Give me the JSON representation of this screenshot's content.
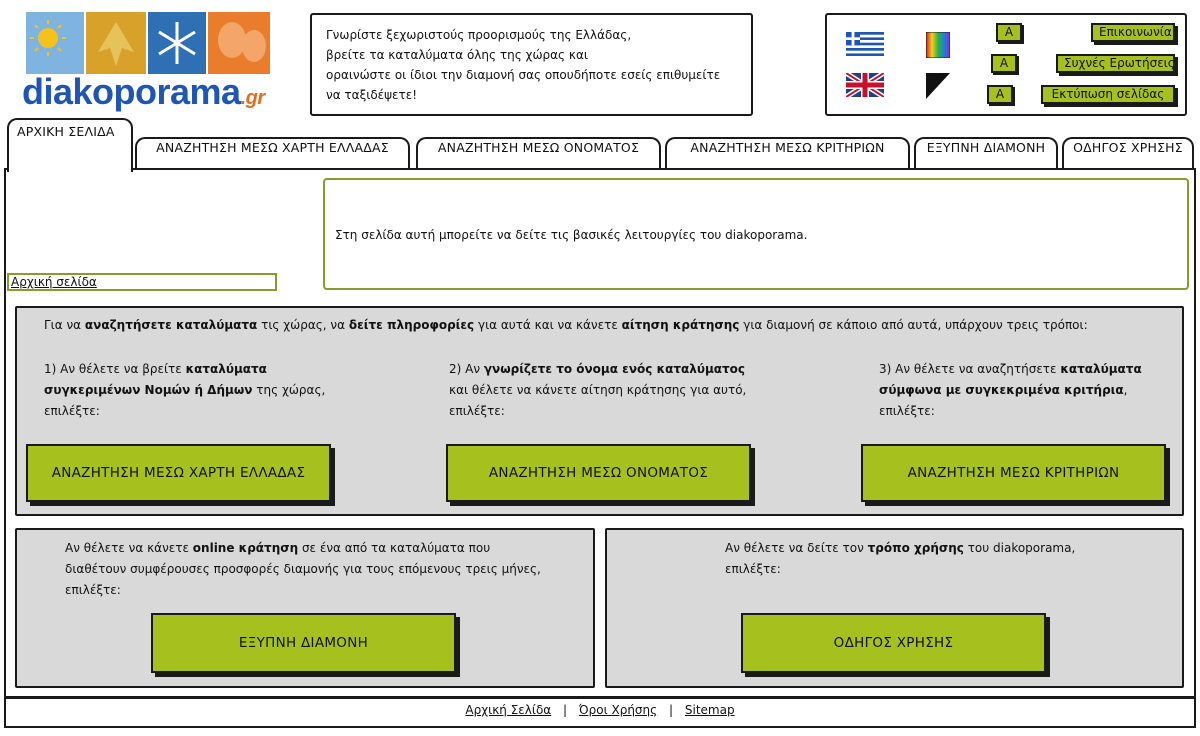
{
  "logo": {
    "wordmark": "diakoporama",
    "suffix": ".gr"
  },
  "intro": {
    "lines": [
      "Γνωρίστε ξεχωριστούς προορισμούς της Ελλάδας,",
      "βρείτε τα καταλύματα όλης της χώρας και",
      "οραινώστε οι ίδιοι την διαμονή σας οπουδήποτε εσείς επιθυμείτε",
      "να ταξιδέψετε!"
    ]
  },
  "tools": {
    "size_a1": "A",
    "size_a2": "A",
    "size_a3": "A",
    "contact": "Επικοινωνία",
    "faq": "Συχνές Ερωτήσεις",
    "print": "Εκτύπωση σελίδας"
  },
  "tabs": [
    {
      "label": "ΑΡΧΙΚΗ ΣΕΛΙΔΑ"
    },
    {
      "label": "ΑΝΑΖΗΤΗΣΗ ΜΕΣΩ ΧΑΡΤΗ ΕΛΛΑΔΑΣ"
    },
    {
      "label": "ΑΝΑΖΗΤΗΣΗ ΜΕΣΩ ΟΝΟΜΑΤΟΣ"
    },
    {
      "label": "ΑΝΑΖΗΤΗΣΗ ΜΕΣΩ ΚΡΙΤΗΡΙΩΝ"
    },
    {
      "label": "ΕΞΥΠΝΗ ΔΙΑΜΟΝΗ"
    },
    {
      "label": "ΟΔΗΓΟΣ ΧΡΗΣΗΣ"
    }
  ],
  "breadcrumb": "Αρχική σελίδα",
  "description": "Στη σελίδα αυτή μπορείτε να δείτε τις βασικές λειτουργίες του diakoporama.",
  "search_panel": {
    "intro": {
      "t1": "Για να ",
      "b1": "αναζητήσετε καταλύματα",
      "t2": " τις χώρας, να ",
      "b2": "δείτε πληροφορίες",
      "t3": " για αυτά και να κάνετε ",
      "b3": "αίτηση κράτησης",
      "t4": " για διαμονή σε κάποιο από αυτά, υπάρχουν τρεις τρόποι:"
    },
    "col1": {
      "l1a": "1) Αν θέλετε να βρείτε ",
      "l1b": "καταλύματα",
      "l2b": "συγκεριμένων Νομών ή Δήμων",
      "l2a": " της χώρας,",
      "l3": "επιλέξτε:",
      "button": "ΑΝΑΖΗΤΗΣΗ ΜΕΣΩ ΧΑΡΤΗ ΕΛΛΑΔΑΣ"
    },
    "col2": {
      "l1a": "2) Αν ",
      "l1b": "γνωρίζετε το όνομα ενός καταλύματος",
      "l2": "και θέλετε να κάνετε αίτηση κράτησης για αυτό,",
      "l3": "επιλέξτε:",
      "button": "ΑΝΑΖΗΤΗΣΗ ΜΕΣΩ ΟΝΟΜΑΤΟΣ"
    },
    "col3": {
      "l1a": "3) Αν θέλετε να αναζητήσετε ",
      "l1b": "καταλύματα",
      "l2b": "σύμφωνα με συγκεκριμένα κριτήρια",
      "l2a": ",",
      "l3": "επιλέξτε:",
      "button": "ΑΝΑΖΗΤΗΣΗ ΜΕΣΩ ΚΡΙΤΗΡΙΩΝ"
    }
  },
  "online_panel": {
    "l1a": "Αν θέλετε να κάνετε ",
    "l1b": "online κράτηση",
    "l1c": " σε ένα από τα καταλύματα που",
    "l2": "διαθέτουν συμφέρουσες προσφορές διαμονής για τους επόμενους τρεις μήνες,",
    "l3": "επιλέξτε:",
    "button": "ΕΞΥΠΝΗ ΔΙΑΜΟΝΗ"
  },
  "guide_panel": {
    "l1a": "Αν θέλετε να δείτε τον ",
    "l1b": "τρόπο χρήσης",
    "l1c": " του diakoporama,",
    "l2": "επιλέξτε:",
    "button": "ΟΔΗΓΟΣ ΧΡΗΣΗΣ"
  },
  "footer": {
    "home": "Αρχική Σελίδα",
    "terms": "Όροι Χρήσης",
    "sitemap": "Sitemap",
    "sep": "|"
  },
  "colors": {
    "accent": "#a6c01e",
    "panel": "#d9d9d9",
    "brand_blue": "#1f56b4"
  }
}
